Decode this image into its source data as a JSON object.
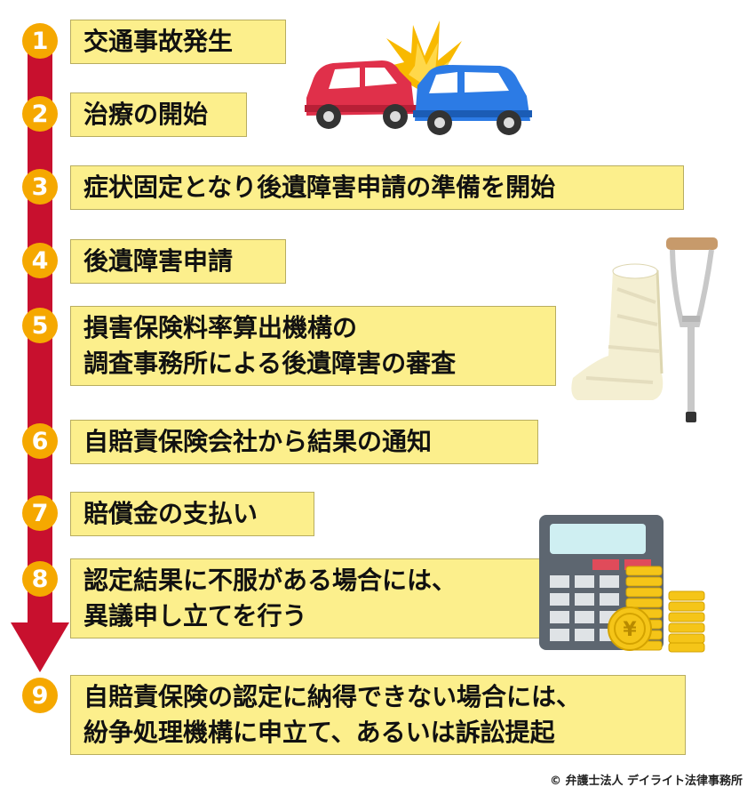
{
  "steps": [
    {
      "num": "1",
      "lines": [
        "交通事故発生"
      ]
    },
    {
      "num": "2",
      "lines": [
        "治療の開始"
      ]
    },
    {
      "num": "3",
      "lines": [
        "症状固定となり後遺障害申請の準備を開始"
      ]
    },
    {
      "num": "4",
      "lines": [
        "後遺障害申請"
      ]
    },
    {
      "num": "5",
      "lines": [
        "損害保険料率算出機構の",
        "調査事務所による後遺障害の審査"
      ]
    },
    {
      "num": "6",
      "lines": [
        "自賠責保険会社から結果の通知"
      ]
    },
    {
      "num": "7",
      "lines": [
        "賠償金の支払い"
      ]
    },
    {
      "num": "8",
      "lines": [
        "認定結果に不服がある場合には、",
        "異議申し立てを行う"
      ]
    },
    {
      "num": "9",
      "lines": [
        "自賠責保険の認定に納得できない場合には、",
        "紛争処理機構に申立て、あるいは訴訟提起"
      ]
    }
  ],
  "copyright": "© 弁護士法人 デイライト法律事務所",
  "coin_symbol": "¥",
  "colors": {
    "arrow": "#c8102e",
    "badge": "#f5a800",
    "box": "#fcef8c"
  }
}
